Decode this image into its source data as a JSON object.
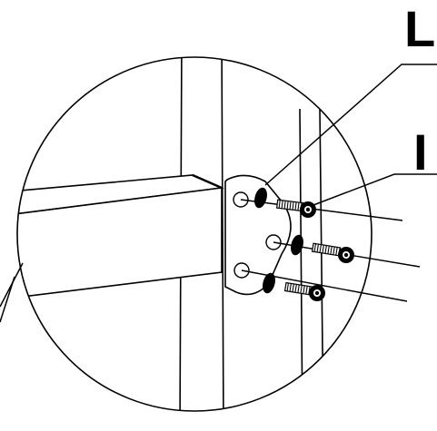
{
  "diagram": {
    "callouts": [
      {
        "id": "L",
        "text": "L",
        "part": "washer"
      },
      {
        "id": "I",
        "text": "I",
        "part": "bolt"
      }
    ],
    "colors": {
      "ink": "#000000",
      "paper": "#ffffff"
    }
  }
}
